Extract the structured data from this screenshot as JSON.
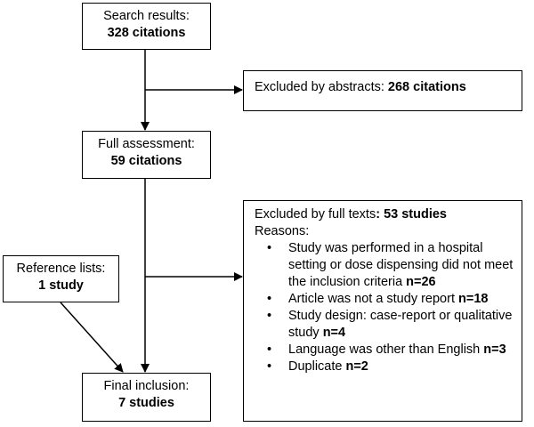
{
  "search": {
    "title": "Search results:",
    "count": "328 citations"
  },
  "excluded_abstracts": {
    "label": "Excluded by abstracts: ",
    "count": "268 citations"
  },
  "full_assessment": {
    "title": "Full assessment:",
    "count": "59 citations"
  },
  "reference_lists": {
    "title": "Reference lists:",
    "count": "1 study"
  },
  "final_inclusion": {
    "title": "Final inclusion:",
    "count": "7 studies"
  },
  "excluded_full": {
    "label": "Excluded by full texts",
    "count": ": 53 studies",
    "reasons_label": "Reasons:",
    "bullet": "•",
    "reasons": [
      {
        "text": "Study was performed in a hospital setting or dose dispensing did not meet the inclusion criteria ",
        "n": "n=26"
      },
      {
        "text": "Article was not a study report ",
        "n": "n=18"
      },
      {
        "text": "Study design: case-report or qualitative study ",
        "n": "n=4"
      },
      {
        "text": "Language was other than English ",
        "n": "n=3"
      },
      {
        "text": "Duplicate ",
        "n": "n=2"
      }
    ]
  }
}
